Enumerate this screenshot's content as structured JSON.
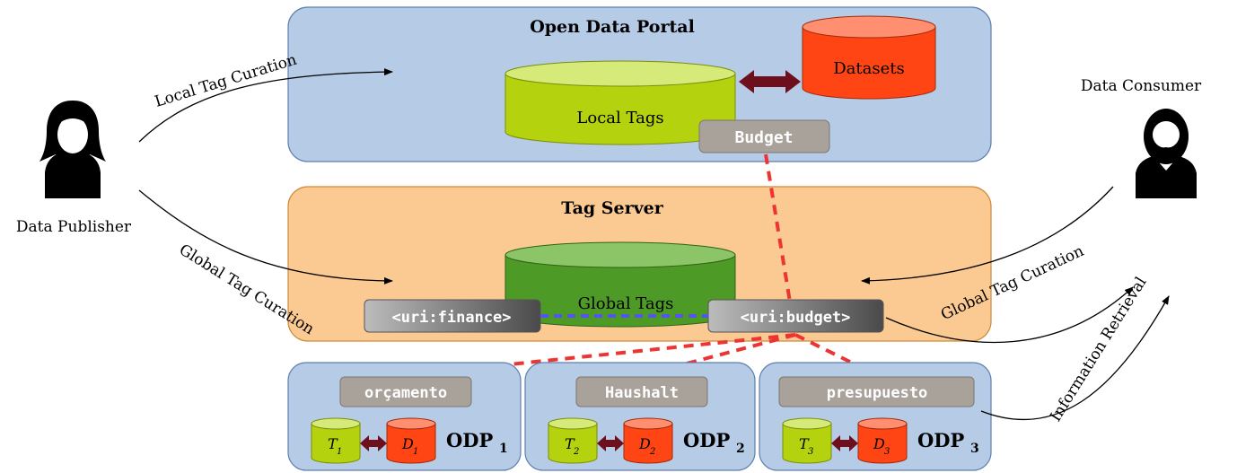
{
  "portal": {
    "title": "Open Data Portal",
    "local_tags": "Local Tags",
    "datasets": "Datasets",
    "tag_label": "Budget"
  },
  "server": {
    "title": "Tag Server",
    "global_tags": "Global Tags",
    "uri_finance": "<uri:finance>",
    "uri_budget": "<uri:budget>"
  },
  "publisher": {
    "label": "Data Publisher"
  },
  "consumer": {
    "label": "Data Consumer"
  },
  "arrows": {
    "local_curation": "Local Tag Curation",
    "global_curation_left": "Global Tag Curation",
    "global_curation_right": "Global Tag Curation",
    "information_retrieval": "Information Retrieval"
  },
  "odps": [
    {
      "tag": "orçamento",
      "t": "T",
      "d": "D",
      "sub": "1",
      "odp": "ODP"
    },
    {
      "tag": "Haushalt",
      "t": "T",
      "d": "D",
      "sub": "2",
      "odp": "ODP"
    },
    {
      "tag": "presupuesto",
      "t": "T",
      "d": "D",
      "sub": "3",
      "odp": "ODP"
    }
  ],
  "colors": {
    "portal_bg": "#b6cbe6",
    "server_bg": "#fbc992",
    "odp_bg": "#b6cbe6",
    "local_tags": "#b5d20e",
    "datasets": "#ff4514",
    "global_tags": "#4e9a26",
    "tag_box": "#a9a29b",
    "dashed_red": "#ee3333",
    "dashed_blue": "#5555ee",
    "double_arrow": "#6e0f1e"
  }
}
